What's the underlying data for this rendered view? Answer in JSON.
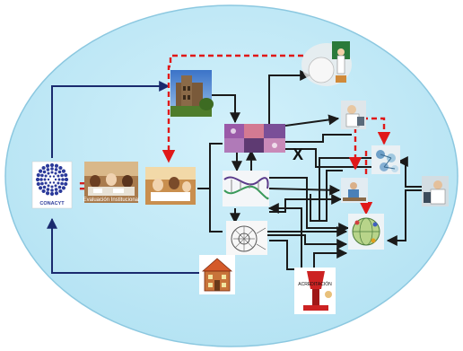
{
  "diagram": {
    "logo_text": "CONACYT",
    "equals_symbol": "=",
    "evaluation_photo_caption": "Evaluación Institucional",
    "cross_symbol": "X",
    "accreditation_label": "ACREDITACIÓN",
    "colors": {
      "ellipse_fill": "#bfe9f7",
      "ellipse_stroke": "#8cc8e0",
      "connector": "#1a1a1a",
      "feedback_arrow": "#1a2a6e",
      "dashed_arrow": "#e01818",
      "logo_blue": "#2b3a9a"
    },
    "icons": [
      "conacyt-logo-icon",
      "evaluation-meeting-photo",
      "students-photo",
      "university-building-photo",
      "research-collage-photo",
      "scientist-cartoon-icon",
      "lab-researcher-photo",
      "dna-helix-diagram",
      "microscope-researcher-photo",
      "molecule-3d-icon",
      "student-desk-photo",
      "globe-network-icon",
      "neural-network-sketch",
      "schoolhouse-icon",
      "accreditation-figure-icon"
    ]
  }
}
